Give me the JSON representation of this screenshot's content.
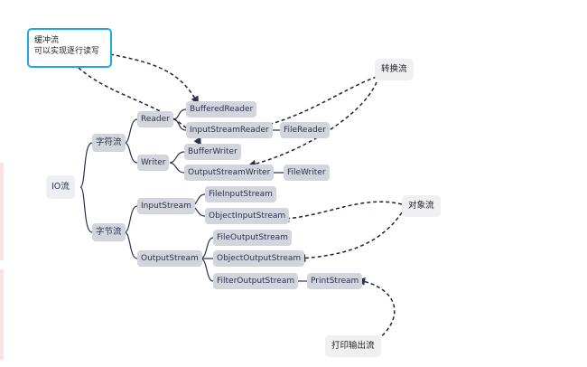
{
  "note": {
    "line1": "缓冲流",
    "line2": "可以实现逐行读写"
  },
  "callouts": {
    "convert": "转换流",
    "object": "对象流",
    "print": "打印输出流"
  },
  "nodes": {
    "io": "IO流",
    "char_stream": "字符流",
    "byte_stream": "字节流",
    "reader": "Reader",
    "writer": "Writer",
    "input_stream": "InputStream",
    "output_stream": "OutputStream",
    "buffered_reader": "BufferedReader",
    "input_stream_reader": "InputStreamReader",
    "file_reader": "FileReader",
    "buffer_writer": "BufferWriter",
    "output_stream_writer": "OutputStreamWriter",
    "file_writer": "FileWriter",
    "file_input_stream": "FileInputStream",
    "object_input_stream": "ObjectInputStream",
    "file_output_stream": "FileOutputStream",
    "object_output_stream": "ObjectOutputStream",
    "filter_output_stream": "FilterOutputStream",
    "print_stream": "PrintStream"
  },
  "colors": {
    "node_fill": "#d3d5dd",
    "node_text": "#2c3150",
    "line": "#2c3150",
    "note_border": "#1fa8e8",
    "callout_fill": "#f0f0f2"
  }
}
